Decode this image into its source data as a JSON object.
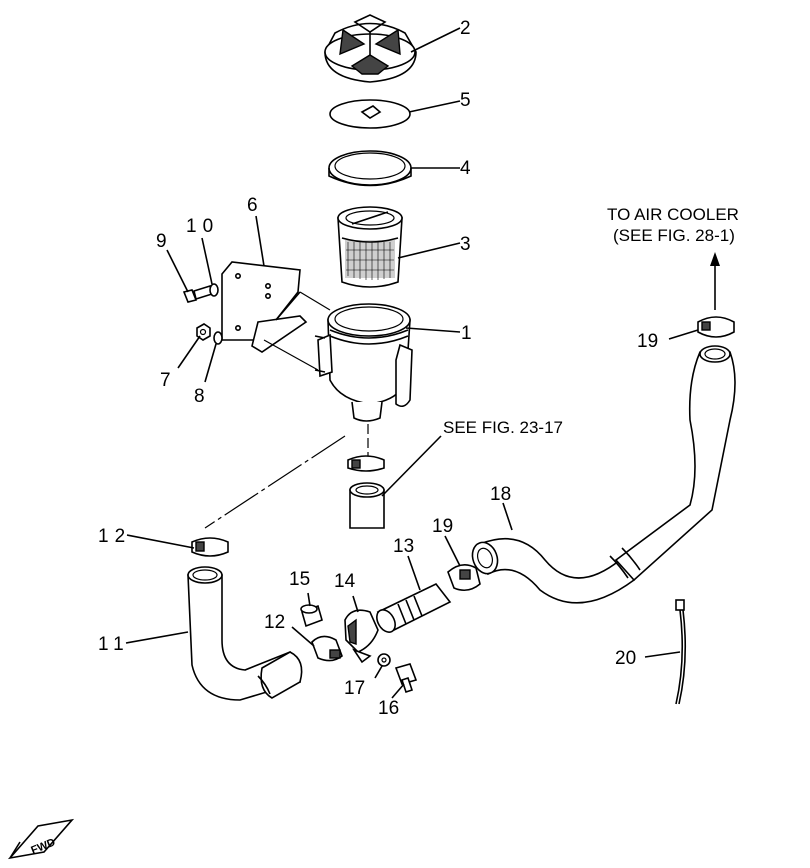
{
  "labels": {
    "p1": "1",
    "p2": "2",
    "p3": "3",
    "p4": "4",
    "p5": "5",
    "p6": "6",
    "p7": "7",
    "p8": "8",
    "p9": "9",
    "p10": "10",
    "p11": "11",
    "p12a": "12",
    "p12b": "12",
    "p13": "13",
    "p14": "14",
    "p15": "15",
    "p16": "16",
    "p17": "17",
    "p18": "18",
    "p19a": "19",
    "p19b": "19",
    "p20": "20"
  },
  "notes": {
    "air_cooler_line1": "TO AIR COOLER",
    "air_cooler_line2": "(SEE FIG. 28-1)",
    "see_fig": "SEE FIG. 23-17"
  },
  "fwd_mark": "FWD"
}
